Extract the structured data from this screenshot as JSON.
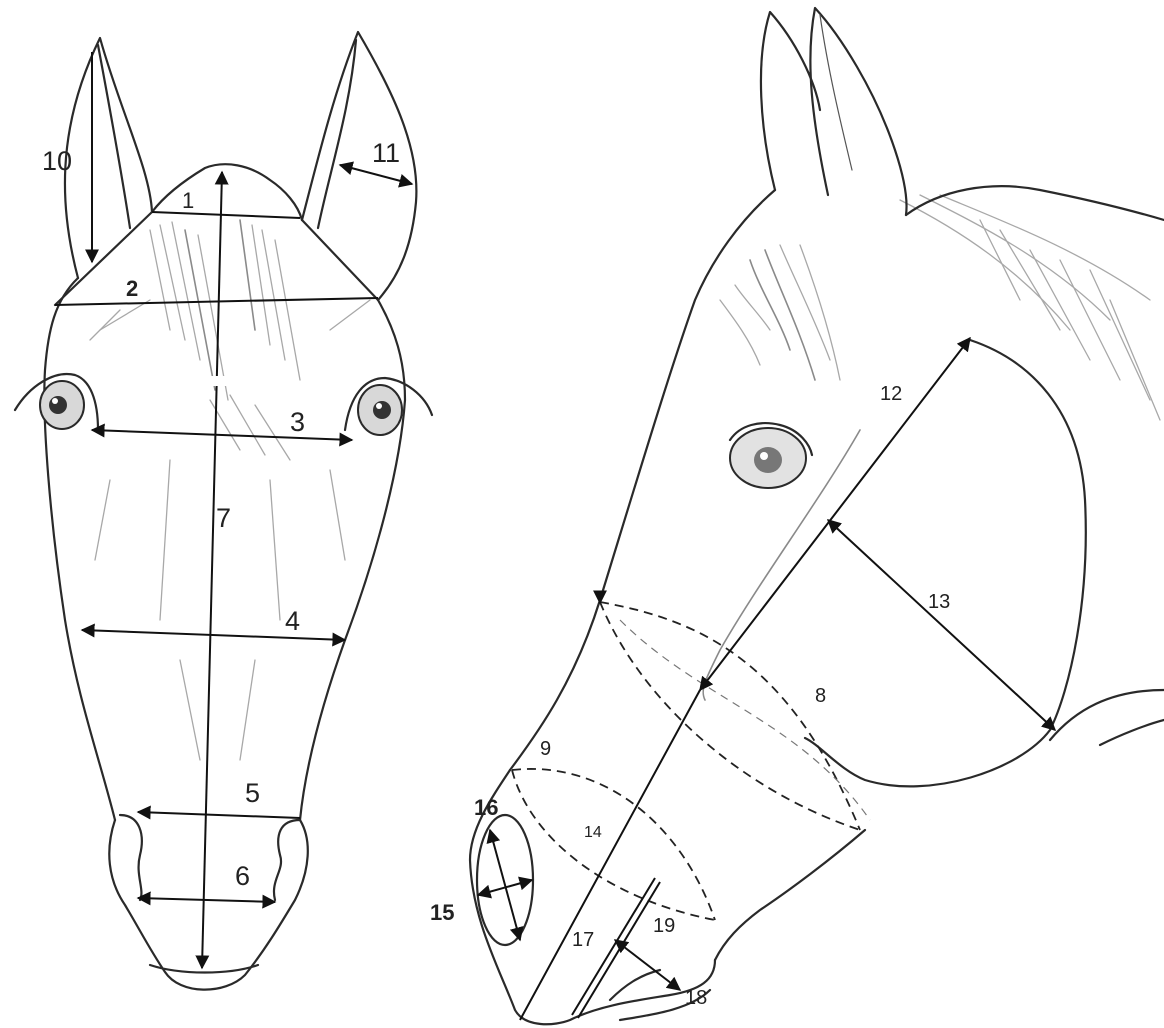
{
  "front_view": {
    "labels": {
      "m1": "1",
      "m2": "2",
      "m3": "3",
      "m4": "4",
      "m5": "5",
      "m6": "6",
      "m7": "7",
      "m10": "10",
      "m11": "11"
    }
  },
  "side_view": {
    "labels": {
      "m8": "8",
      "m9": "9",
      "m12": "12",
      "m13": "13",
      "m14": "14",
      "m15": "15",
      "m16": "16",
      "m17": "17",
      "m18": "18",
      "m19": "19"
    }
  },
  "colors": {
    "line": "#2a2a2a",
    "shading": "#a8a8a8",
    "background": "#ffffff"
  }
}
